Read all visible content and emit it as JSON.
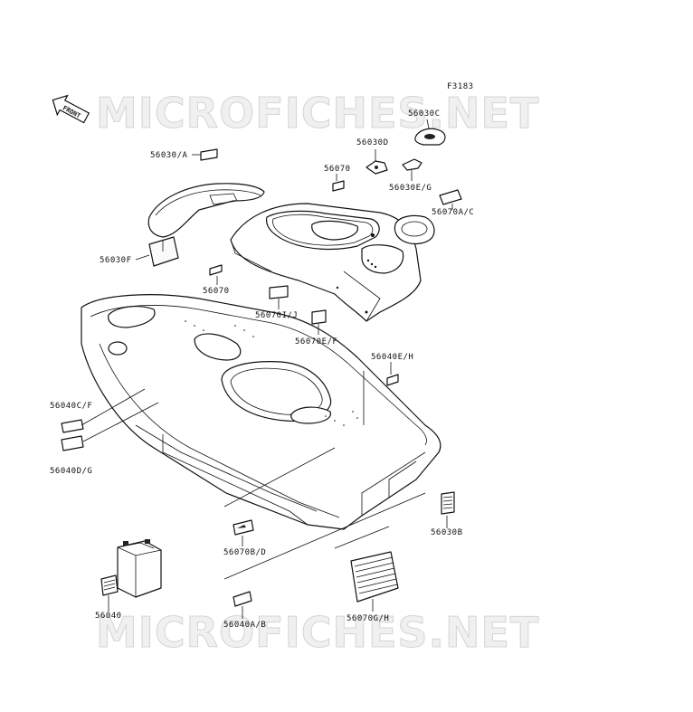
{
  "figure_code": "F3183",
  "watermark": "MICROFICHES.NET",
  "front_arrow": "FRONT",
  "labels": {
    "l1": "56030/A",
    "l2": "56030F",
    "l3": "56070",
    "l4": "56070",
    "l5": "56030D",
    "l6": "56030C",
    "l7": "56030E/G",
    "l8": "56070A/C",
    "l9": "56070I/J",
    "l10": "56070E/F",
    "l11": "56040E/H",
    "l12": "56040C/F",
    "l13": "56040D/G",
    "l14": "56030B",
    "l15": "56070B/D",
    "l16": "56040",
    "l17": "56040A/B",
    "l18": "56070G/H"
  }
}
